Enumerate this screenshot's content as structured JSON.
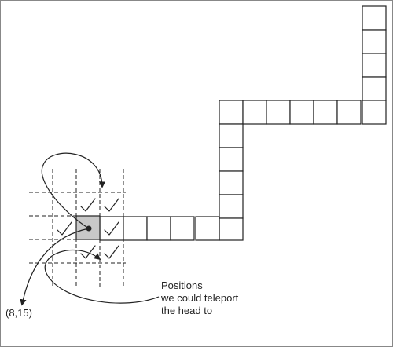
{
  "coord_label": "(8,15)",
  "callout": {
    "line1": "Positions",
    "line2": "we could teleport",
    "line3": "the head to"
  },
  "colors": {
    "frame": "#888888",
    "stroke": "#222222",
    "head_fill": "#c8c8c8",
    "background": "#ffffff"
  },
  "icons": [
    "checkmark-icon",
    "head-dot-icon",
    "arrow-head-icon"
  ]
}
